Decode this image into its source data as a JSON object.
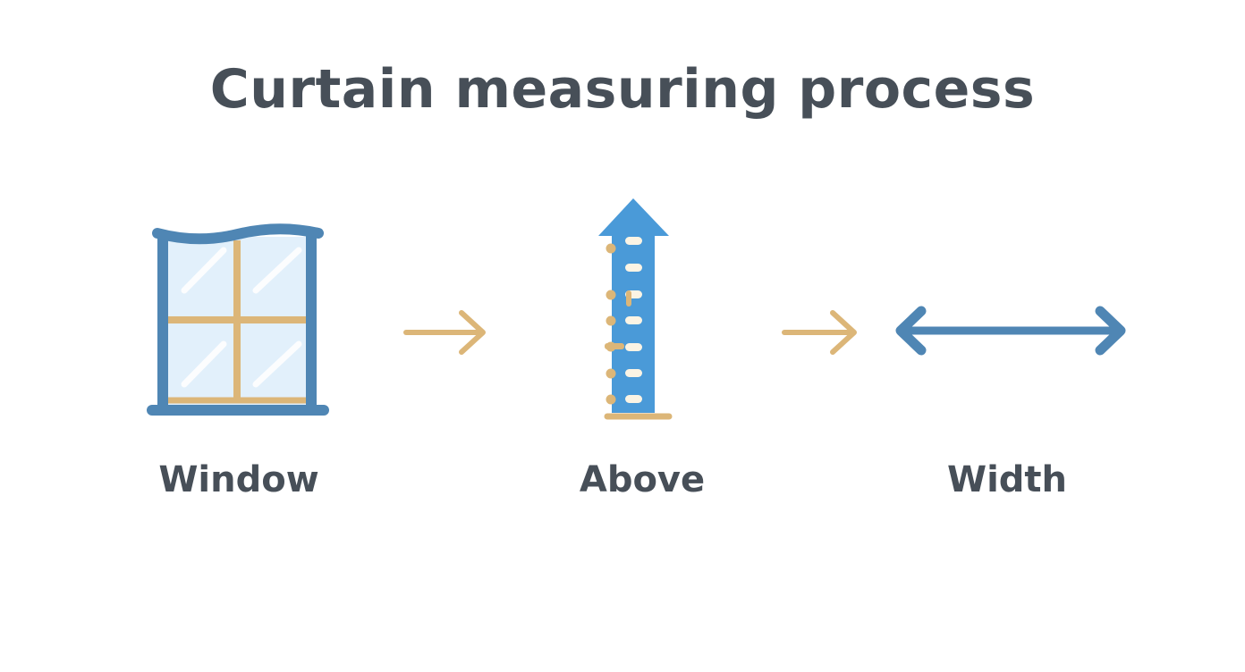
{
  "title": "Curtain measuring process",
  "steps": [
    {
      "label": "Window",
      "icon": "window-icon"
    },
    {
      "label": "Above",
      "icon": "ruler-up-arrow-icon"
    },
    {
      "label": "Width",
      "icon": "double-arrow-icon"
    }
  ],
  "connectors": [
    "arrow-right-icon",
    "arrow-right-icon"
  ],
  "colors": {
    "text": "#474f58",
    "blue": "#4f86b4",
    "bright_blue": "#4a9ad8",
    "tan": "#dcb678",
    "glass": "#e2f0fb",
    "background": "#ffffff"
  }
}
